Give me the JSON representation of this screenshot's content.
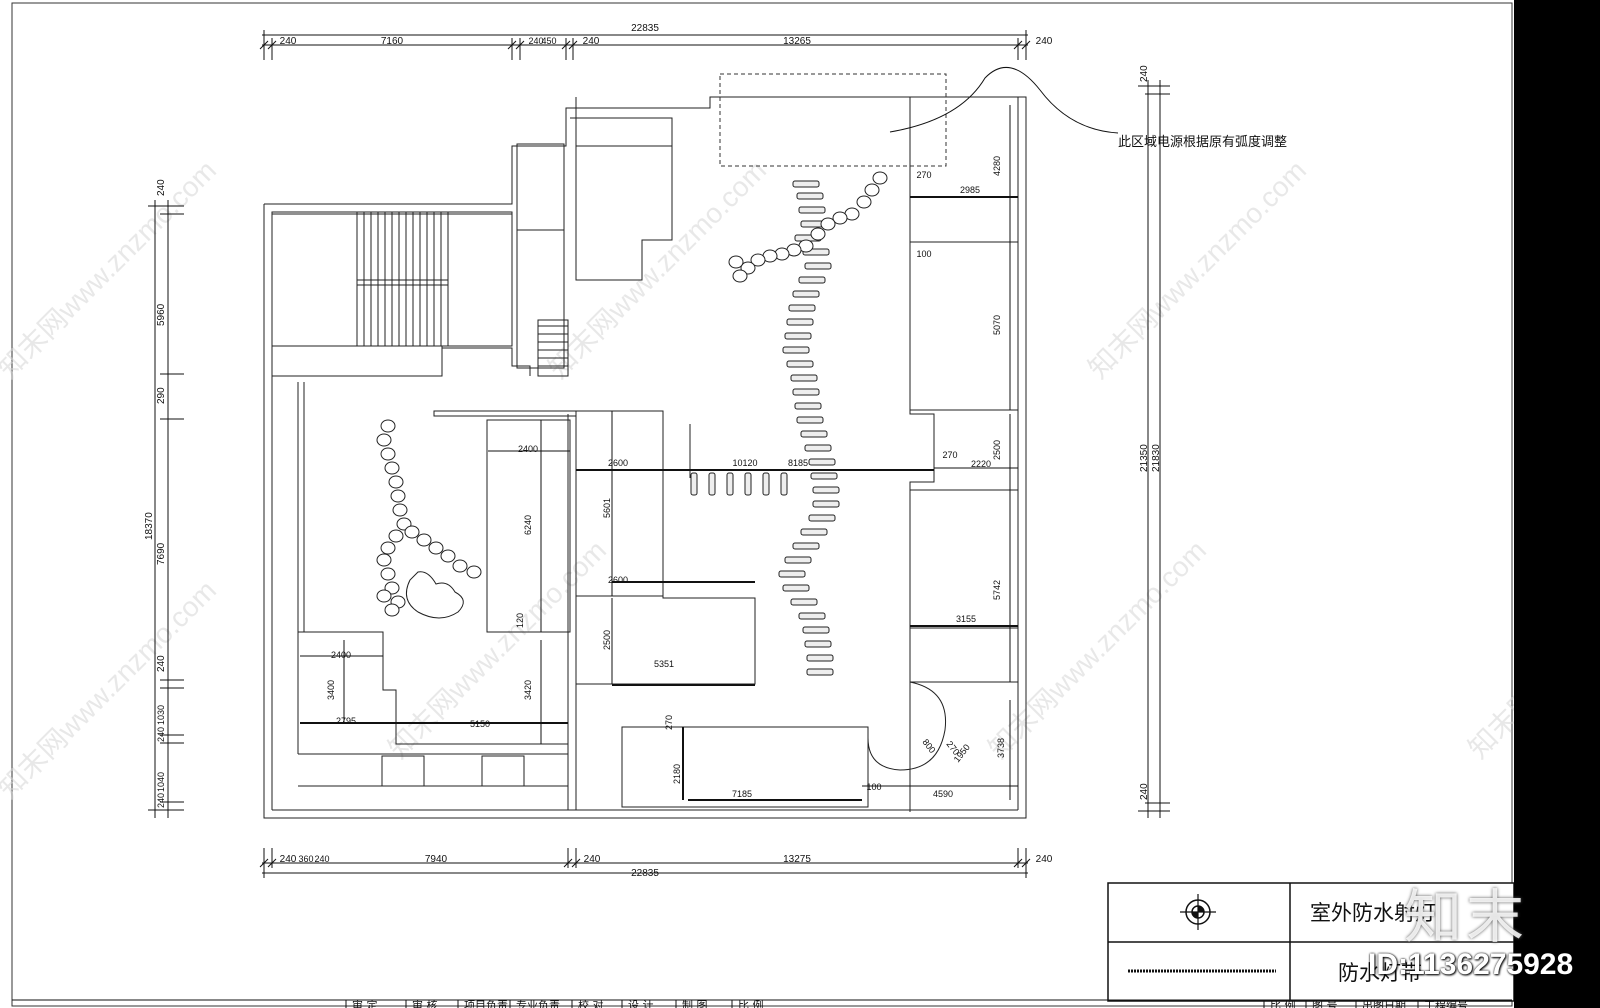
{
  "drawing": {
    "top_dims": {
      "overall": "22835",
      "segments": [
        "240",
        "7160",
        "240",
        "450",
        "240",
        "13265",
        "240"
      ]
    },
    "bottom_dims": {
      "overall": "22835",
      "segments": [
        "240",
        "360",
        "240",
        "7940",
        "240",
        "13275",
        "240"
      ]
    },
    "left_dims": {
      "overall": "18370",
      "segments": [
        "240",
        "5960",
        "290",
        "7690",
        "240",
        "1030",
        "240",
        "1040",
        "240"
      ]
    },
    "right_dims": {
      "overall_outer": "21830",
      "overall_inner": "21350",
      "segments": [
        "240",
        "240"
      ]
    },
    "interior_dims": [
      "270",
      "2985",
      "4280",
      "100",
      "5070",
      "270",
      "2220",
      "2500",
      "5742",
      "3155",
      "2400",
      "6240",
      "120",
      "2600",
      "10120",
      "8185",
      "5601",
      "2600",
      "2500",
      "5351",
      "2400",
      "3400",
      "3420",
      "2795",
      "5150",
      "270",
      "2180",
      "7185",
      "100",
      "4590",
      "800",
      "270",
      "1950",
      "3738"
    ],
    "note": "此区域电源根据原有弧度调整"
  },
  "legend": {
    "rows": [
      {
        "icon": "waterproof-light-symbol",
        "label": "室外防水射灯"
      },
      {
        "icon": "waterproof-strip-symbol",
        "label": "防水灯带"
      }
    ]
  },
  "title_block": {
    "cells": [
      "审 定",
      "审 核",
      "项目负责",
      "专业负责",
      "校 对",
      "设 计",
      "制 图",
      "比 例",
      "比 例",
      "图 号",
      "出图日期",
      "工程编号"
    ]
  },
  "watermark": {
    "text": "知末网www.znzmo.com"
  },
  "badge": {
    "id_text": "ID:1136275928",
    "brand": "知末"
  },
  "colors": {
    "line": "#111111",
    "background": "#ffffff",
    "watermark": "#cfcfcf"
  }
}
